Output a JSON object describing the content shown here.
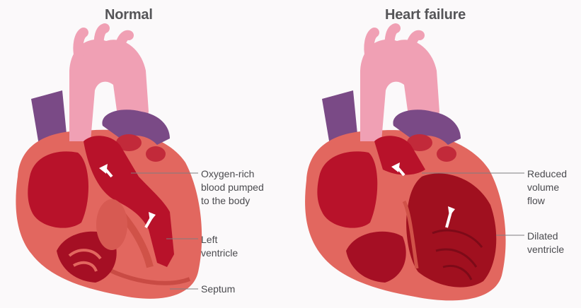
{
  "colors": {
    "background": "#fbf9fa",
    "label_text": "#4b4b4f",
    "heart_muscle": "#e2675f",
    "chamber_blood": "#b8122a",
    "aorta_pink": "#f0a0b4",
    "vessel_purple": "#7a4a86",
    "leader_line": "#7d7d80"
  },
  "panels": {
    "normal": {
      "title": "Normal",
      "labels": {
        "oxygen": "Oxygen-rich\nblood pumped\nto the body",
        "left_ventricle": "Left\nventricle",
        "septum": "Septum"
      }
    },
    "failure": {
      "title": "Heart failure",
      "labels": {
        "reduced": "Reduced\nvolume\nflow",
        "dilated": "Dilated\nventricle"
      }
    }
  }
}
